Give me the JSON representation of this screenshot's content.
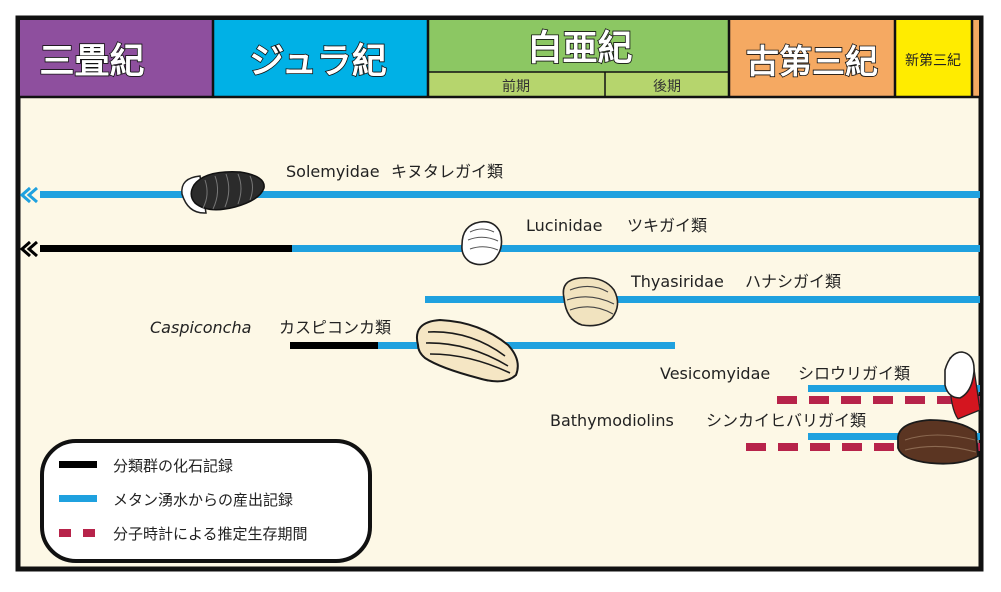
{
  "periods": {
    "triassic": {
      "label": "三畳紀",
      "color": "#8e4f9e"
    },
    "jurassic": {
      "label": "ジュラ紀",
      "color": "#00b1e6"
    },
    "cretaceous": {
      "label": "白亜紀",
      "color": "#8cc763",
      "early": "前期",
      "late": "後期",
      "sub_color": "#b6d56d"
    },
    "paleogene": {
      "label": "古第三紀",
      "color": "#f5a962"
    },
    "neogene": {
      "label": "新第三紀",
      "color": "#ffec00"
    }
  },
  "taxa": {
    "solemyidae": {
      "name": "Solemyidae",
      "jp": "キヌタレガイ類"
    },
    "lucinidae": {
      "name": "Lucinidae",
      "jp": "ツキガイ類"
    },
    "thyasiridae": {
      "name": "Thyasiridae",
      "jp": "ハナシガイ類"
    },
    "caspiconcha": {
      "name": "Caspiconcha",
      "jp": "カスピコンカ類"
    },
    "vesicomyidae": {
      "name": "Vesicomyidae",
      "jp": "シロウリガイ類"
    },
    "bathymodiolins": {
      "name": "Bathymodiolins",
      "jp": "シンカイヒバリガイ類"
    }
  },
  "legend": {
    "fossil": "分類群の化石記録",
    "seep": "メタン湧水からの産出記録",
    "clock": "分子時計による推定生存期間"
  },
  "colors": {
    "fossil": "#000000",
    "seep": "#1fa1df",
    "clock": "#b7234a",
    "background": "#fdf8e6"
  }
}
